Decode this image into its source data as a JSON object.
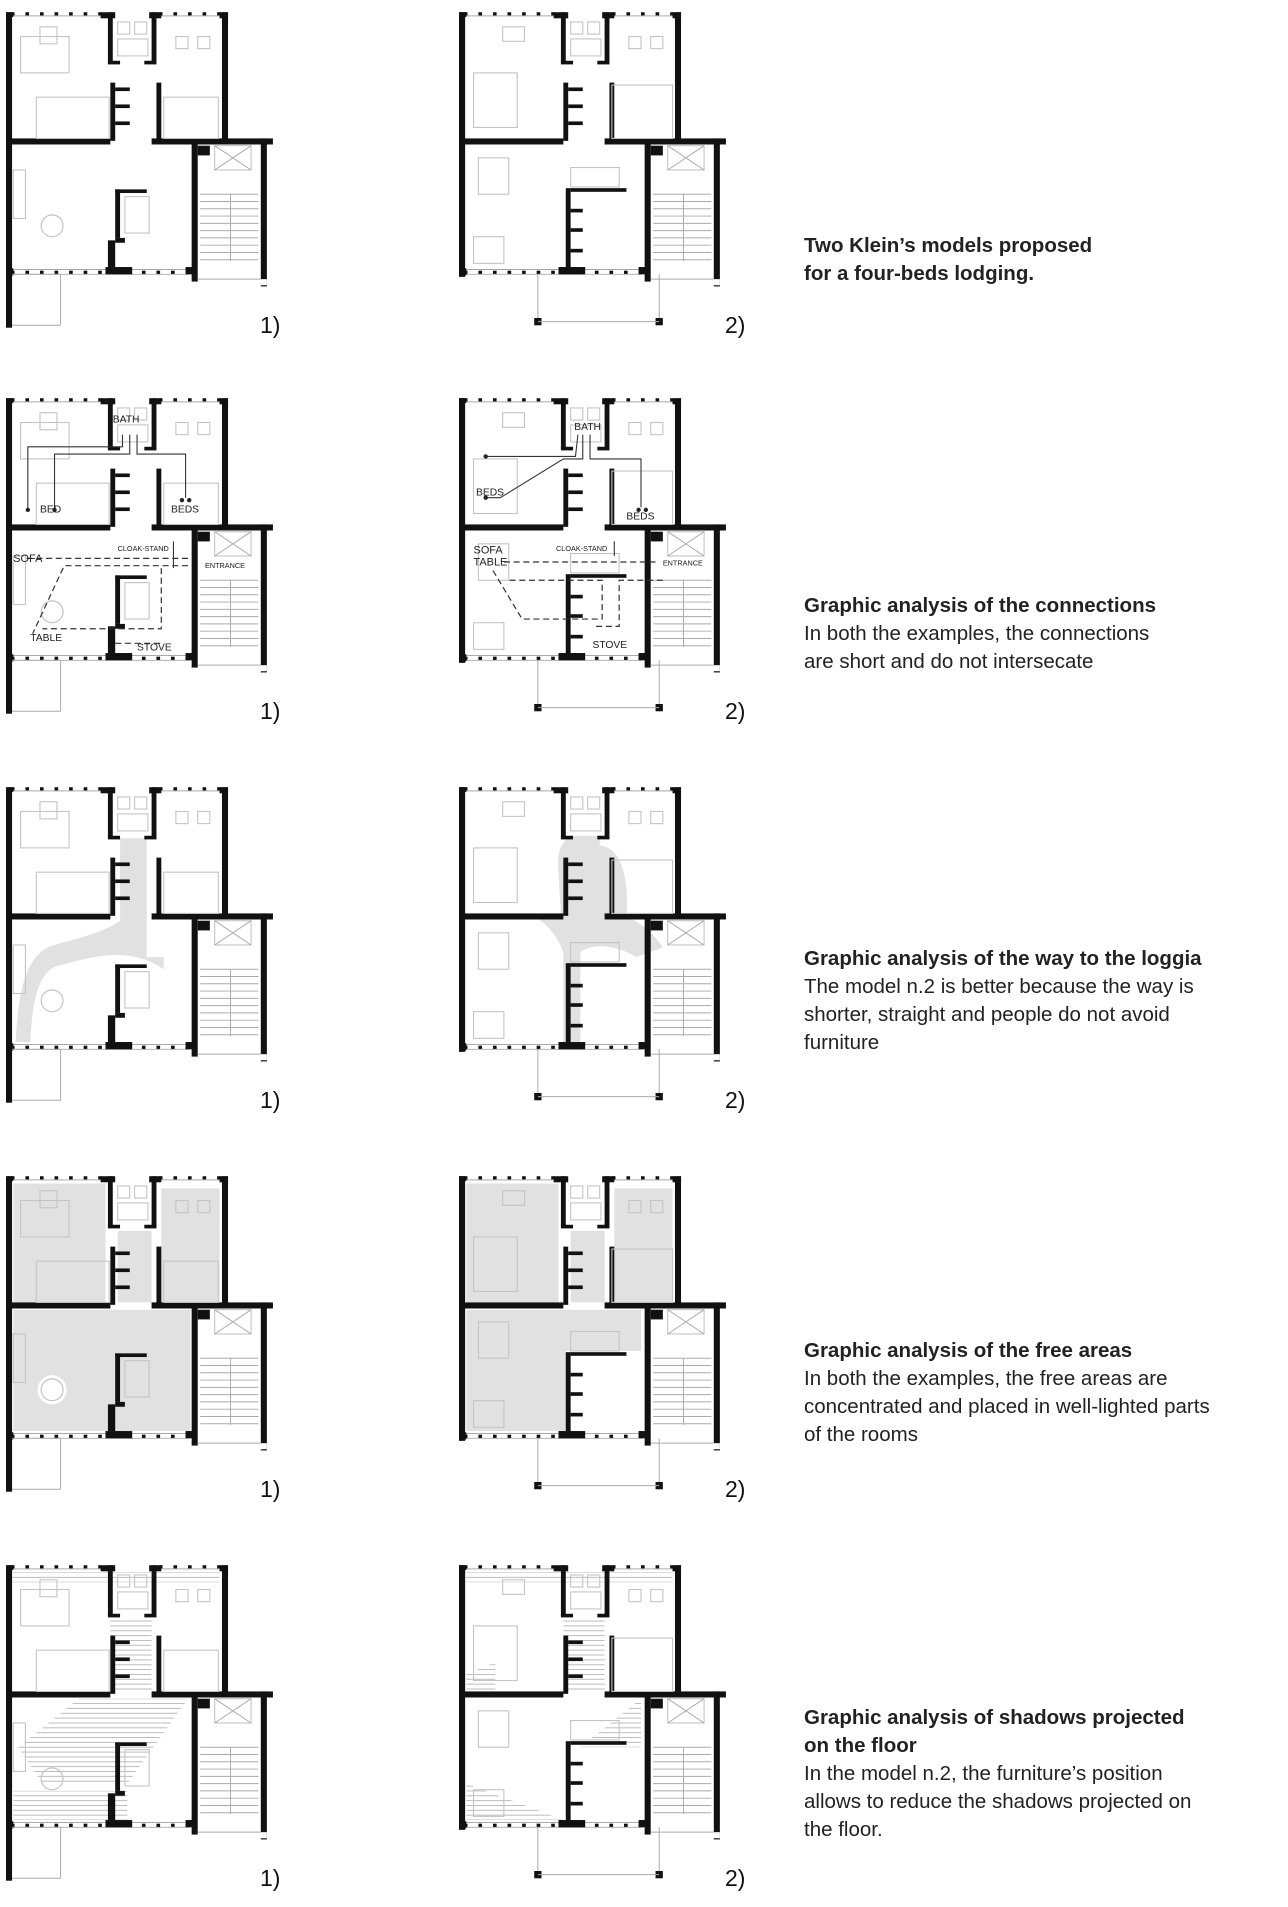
{
  "rows": [
    {
      "type": "plans",
      "labels": [
        "1)",
        "2)"
      ],
      "title": "Two Klein’s models proposed",
      "title2": "for a four-beds lodging.",
      "body": []
    },
    {
      "type": "connections",
      "labels": [
        "1)",
        "2)"
      ],
      "title": "Graphic analysis of the connections",
      "body": [
        "In both the examples, the connections",
        "are short and do not intersecate"
      ],
      "plan1_labels": {
        "bath": "BATH",
        "bed": "BED",
        "beds": "BEDS",
        "cloak": "CLOAK-STAND",
        "sofa": "SOFA",
        "entrance": "ENTRANCE",
        "table": "TABLE",
        "stove": "STOVE"
      },
      "plan2_labels": {
        "bath": "BATH",
        "beds_left": "BEDS",
        "beds_right": "BEDS",
        "sofa": "SOFA",
        "table": "TABLE",
        "cloak": "CLOAK-STAND",
        "entrance": "ENTRANCE",
        "stove": "STOVE"
      }
    },
    {
      "type": "way",
      "labels": [
        "1)",
        "2)"
      ],
      "title": "Graphic analysis of the way to the loggia",
      "body": [
        "The model n.2 is better because the way is",
        "shorter, straight and people do not avoid",
        "furniture"
      ]
    },
    {
      "type": "free",
      "labels": [
        "1)",
        "2)"
      ],
      "title": "Graphic analysis of the free areas",
      "body": [
        "In both the examples, the free areas are",
        "concentrated and placed in well-lighted parts",
        "of the rooms"
      ]
    },
    {
      "type": "shadows",
      "labels": [
        "1)",
        "2)"
      ],
      "title": "Graphic analysis of shadows projected",
      "title2": "on the floor",
      "body": [
        "In the model n.2, the furniture’s position",
        "allows to reduce the shadows projected on",
        "the floor."
      ]
    }
  ],
  "colors": {
    "wall": "#111111",
    "furniture": "#c8c8c8",
    "overlay": "#dcdcdc"
  }
}
